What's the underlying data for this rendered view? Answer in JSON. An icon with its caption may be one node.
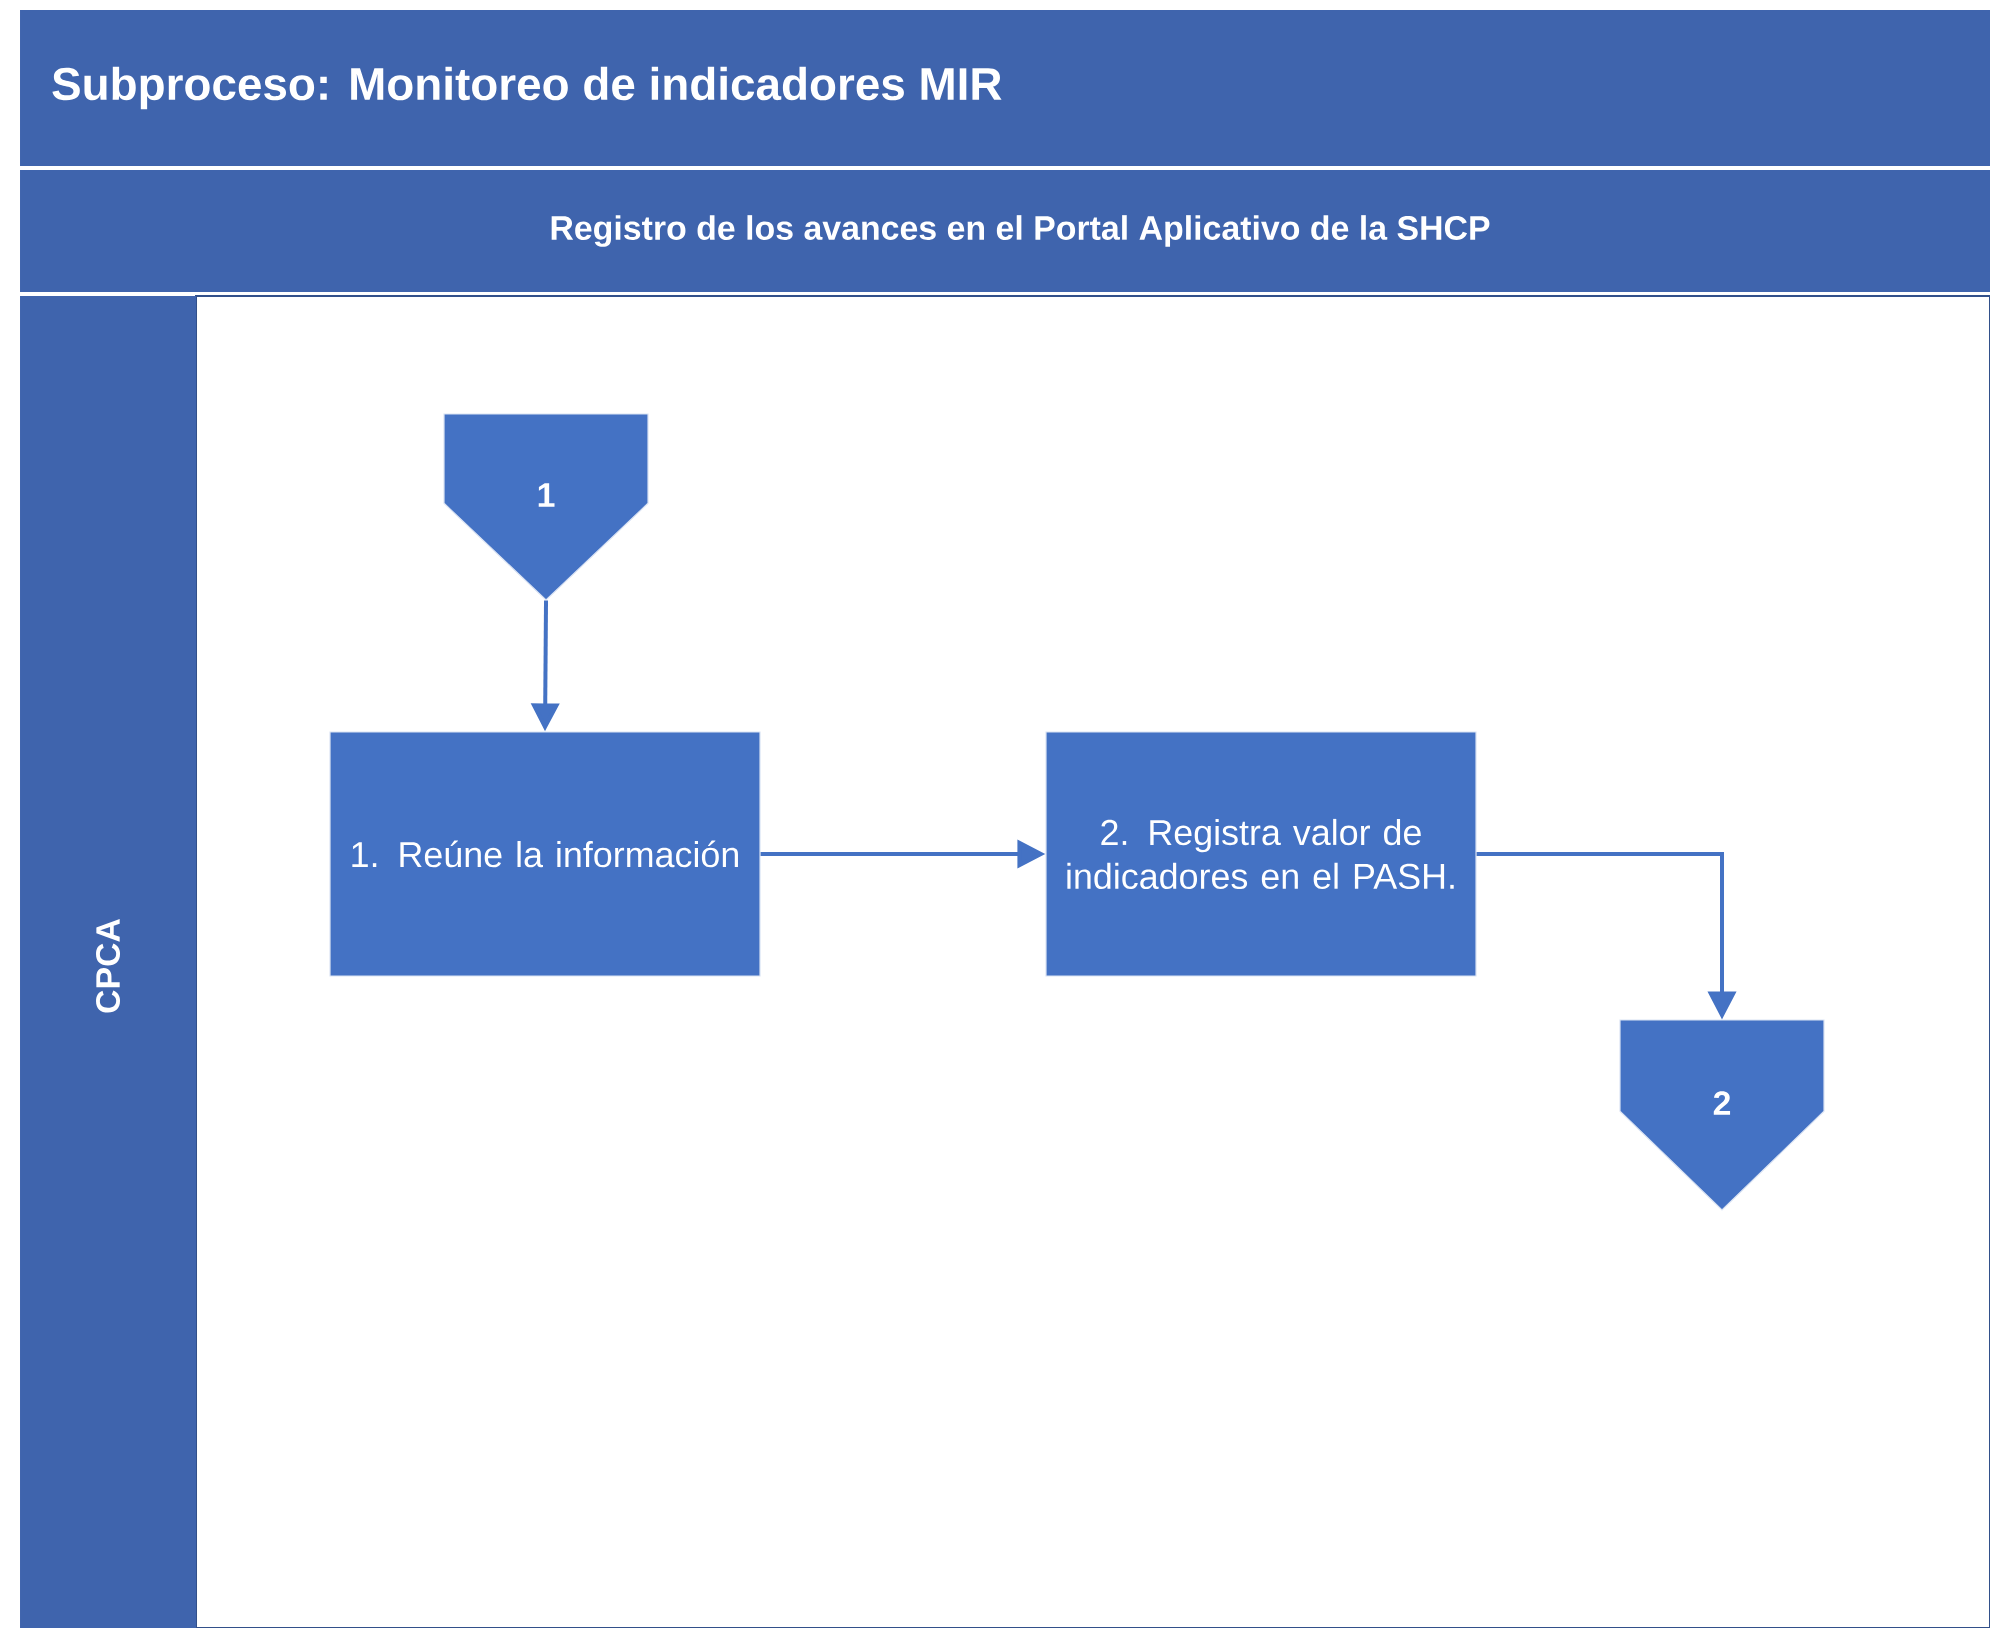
{
  "diagram": {
    "nodes": [
      {
        "text": [
          "Subproceso: Monitoreo de indicadores MIR"
        ]
      },
      {
        "text": [
          "Registro de los avances en el Portal Aplicativo de la SHCP"
        ]
      },
      {
        "text": [
          "CPCA"
        ]
      },
      {
        "text": [
          "1"
        ]
      },
      {
        "text": [
          "1. Reúne la información"
        ]
      },
      {
        "text": [
          "2. Registra valor de indicadores en el PASH."
        ]
      },
      {
        "text": [
          "2"
        ]
      }
    ],
    "edges": [
      {
        "from": 3,
        "to": 4,
        "arrow": "to"
      },
      {
        "from": 4,
        "to": 5,
        "arrow": "to"
      },
      {
        "from": 5,
        "to": 6,
        "arrow": "to"
      }
    ]
  }
}
